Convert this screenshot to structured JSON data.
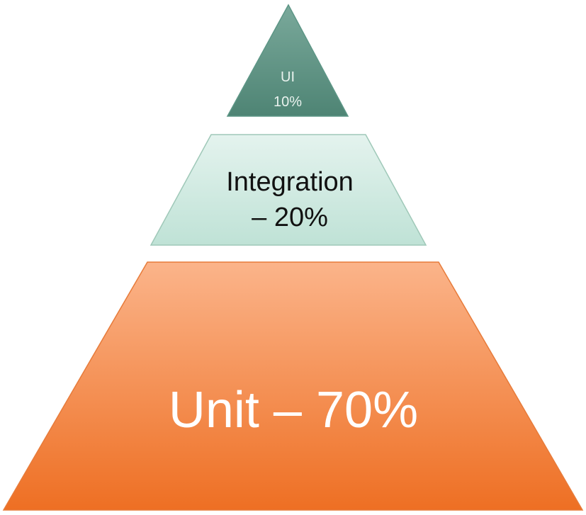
{
  "diagram": {
    "tiers": [
      {
        "id": "ui",
        "lines": [
          "UI",
          "10%"
        ],
        "fill_top": "#7aa99b",
        "fill_bottom": "#4e8474",
        "stroke": "#5d9686",
        "text_color": "#e9f2ee"
      },
      {
        "id": "integration",
        "lines": [
          "Integration",
          "– 20%"
        ],
        "fill_top": "#e4f3ee",
        "fill_bottom": "#bfe2d6",
        "stroke": "#9fc8b8",
        "text_color": "#111111"
      },
      {
        "id": "unit",
        "lines": [
          "Unit – 70%"
        ],
        "fill_top": "#fbb48a",
        "fill_bottom": "#ee6f23",
        "stroke": "#e77b3a",
        "text_color": "#ffffff"
      }
    ]
  }
}
